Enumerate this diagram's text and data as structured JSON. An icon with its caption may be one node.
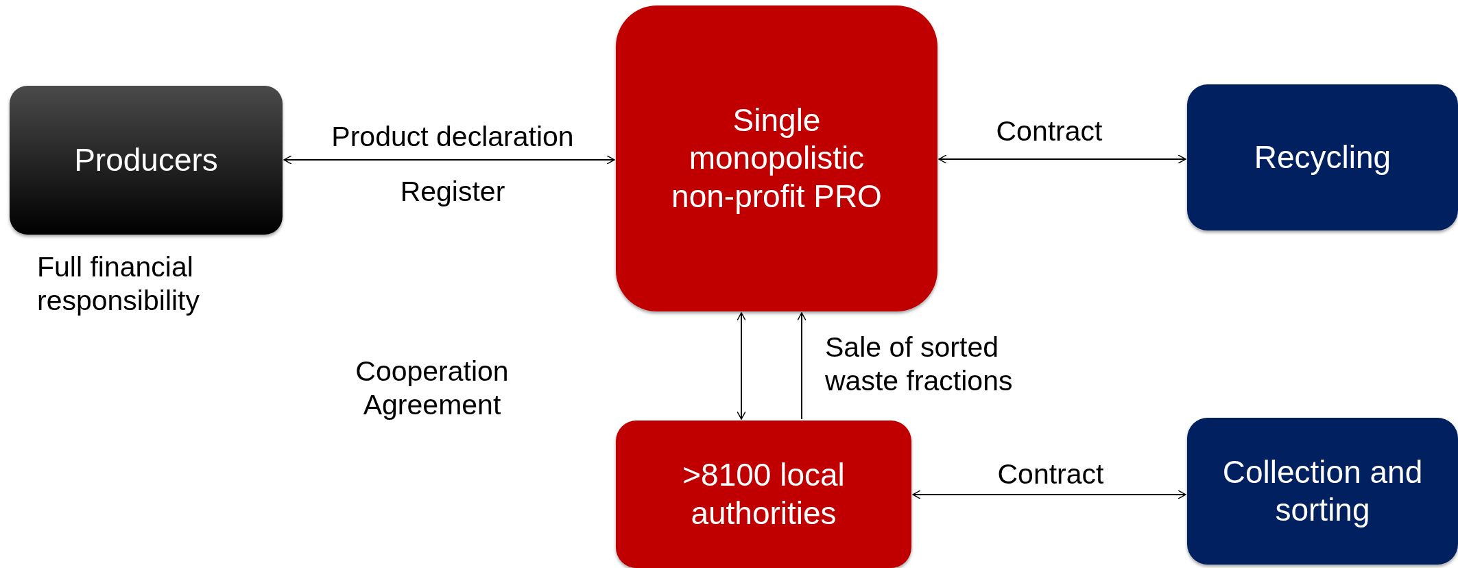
{
  "diagram": {
    "nodes": [
      {
        "text": [
          "Producers"
        ],
        "beside": [
          "Full financial responsibility"
        ]
      },
      {
        "text": [
          "Single monopolistic non-profit PRO"
        ]
      },
      {
        "text": [
          "Recycling"
        ]
      },
      {
        "text": [
          ">8100 local authorities"
        ]
      },
      {
        "text": [
          "Collection and sorting"
        ]
      }
    ],
    "edges": [
      {
        "from": 0,
        "to": 1,
        "arrow": "both",
        "label": "Product declaration"
      },
      {
        "from": 1,
        "to": 2,
        "arrow": "both",
        "label": "Contract"
      },
      {
        "from": 1,
        "to": 3,
        "arrow": "both"
      },
      {
        "from": 3,
        "to": 1,
        "arrow": "to",
        "label": "Sale of sorted waste fractions"
      },
      {
        "from": 3,
        "to": 4,
        "arrow": "both",
        "label": "Contract"
      }
    ],
    "labels": [
      "Register",
      "Cooperation Agreement"
    ]
  }
}
